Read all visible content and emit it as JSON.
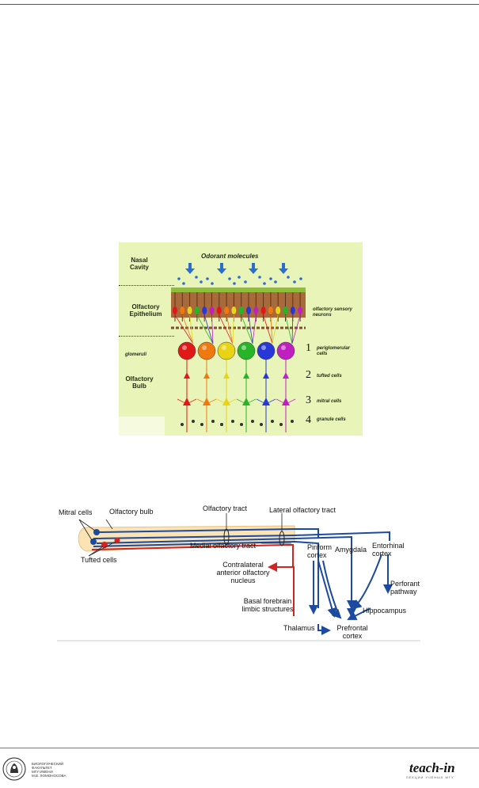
{
  "figure1": {
    "labels": {
      "nasal_cavity": "Nasal\nCavity",
      "odorant": "Odorant molecules",
      "epithelium": "Olfactory\nEpithelium",
      "glomeruli": "glomeruli",
      "bulb": "Olfactory\nBulb",
      "sensory_neurons": "olfactory sensory\nneurons",
      "periglomerular": "periglomerular\ncells",
      "tufted": "tufted cells",
      "mitral": "mitral cells",
      "granule": "granule cells"
    },
    "layer_numbers": [
      "1",
      "2",
      "3",
      "4"
    ],
    "glomerulus_colors": [
      "#e01818",
      "#f07810",
      "#e8d414",
      "#28b428",
      "#2838d8",
      "#c020c0"
    ]
  },
  "figure2": {
    "labels": {
      "mitral_cells": "Mitral cells",
      "olfactory_bulb": "Olfactory bulb",
      "olfactory_tract": "Olfactory tract",
      "lateral_tract": "Lateral olfactory tract",
      "medial_tract": "Medial olfactory tract",
      "tufted_cells": "Tufted cells",
      "contralateral": "Contralateral\nanterior olfactory\nnucleus",
      "basal_forebrain": "Basal forebrain\nlimbic structures",
      "piriform": "Piriform\ncortex",
      "amygdala": "Amygdala",
      "entorhinal": "Entorhinal\ncortex",
      "perforant": "Perforant\npathway",
      "hippocampus": "Hippocampus",
      "thalamus": "Thalamus",
      "prefrontal": "Prefrontal\ncortex"
    },
    "colors": {
      "blue": "#1b4a9e",
      "red": "#d32424",
      "bulb_fill": "#fbe3b4"
    }
  },
  "footer": {
    "affiliation": "БИОЛОГИЧЕСКИЙ\nФАКУЛЬТЕТ\nМГУ ИМЕНИ\nМ.В. ЛОМОНОСОВА",
    "logo": "teach-in",
    "logo_sub": "ЛЕКЦИИ УЧЕНЫХ МГУ"
  }
}
